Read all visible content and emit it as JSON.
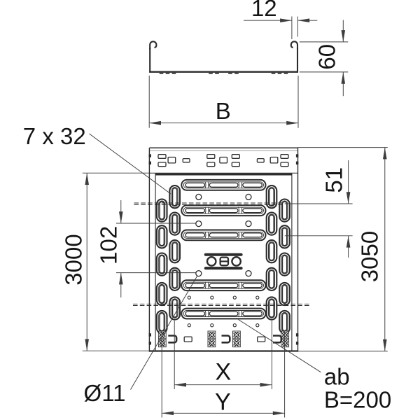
{
  "document": {
    "type": "technical-drawing",
    "subject": "cable tray with quick connector, cross-section and plan view",
    "units": "mm",
    "background": "#ffffff",
    "ink_color": "#2b2b2b"
  },
  "dimensions": {
    "flange_return": "12",
    "side_height": "60",
    "width": "B",
    "slot_size": "7 x 32",
    "hole_row_spacing": "51",
    "hole_row_spacing_2": "102",
    "punched_length": "3000",
    "total_length": "3050",
    "hole_pattern_x": "X",
    "hole_pattern_y": "Y",
    "hole_diameter": "Ø11"
  },
  "note": {
    "line1": "ab",
    "line2": "B=200"
  }
}
